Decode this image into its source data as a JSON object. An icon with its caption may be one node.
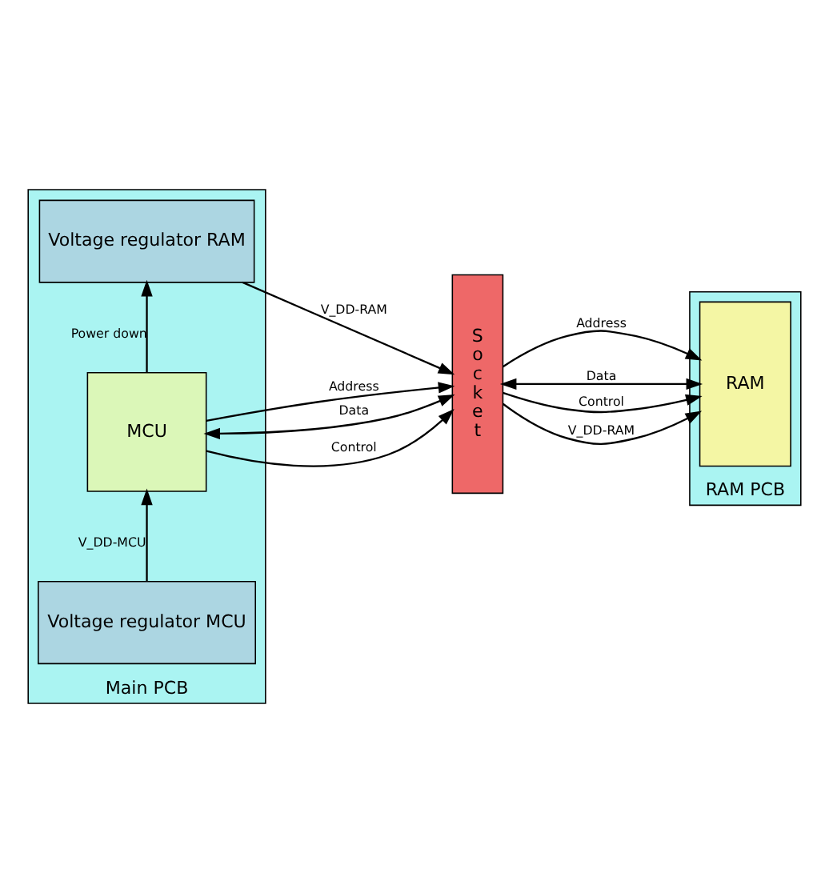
{
  "diagram": {
    "nodes": [
      {
        "text": [
          "Main PCB"
        ]
      },
      {
        "text": [
          "Voltage regulator MCU"
        ],
        "in": 0
      },
      {
        "text": [
          "MCU"
        ],
        "in": 0
      },
      {
        "text": [
          "Voltage regulator RAM"
        ],
        "in": 0
      },
      {
        "text": [
          "Socket"
        ]
      },
      {
        "text": [
          "RAM PCB"
        ]
      },
      {
        "text": [
          "RAM"
        ],
        "in": 5
      }
    ],
    "edges": [
      {
        "from": 1,
        "to": 2,
        "arrow": "to",
        "label": "V_DD-MCU"
      },
      {
        "from": 2,
        "to": 4,
        "arrow": "to",
        "label": "Address"
      },
      {
        "from": 2,
        "to": 4,
        "arrow": "both",
        "label": "Data"
      },
      {
        "from": 2,
        "to": 4,
        "arrow": "to",
        "label": "Control"
      },
      {
        "from": 2,
        "to": 3,
        "arrow": "to",
        "label": "Power down"
      },
      {
        "from": 3,
        "to": 4,
        "arrow": "to",
        "label": "V_DD-RAM"
      },
      {
        "from": 4,
        "to": 6,
        "arrow": "to",
        "label": "Address"
      },
      {
        "from": 4,
        "to": 6,
        "arrow": "both",
        "label": "Data"
      },
      {
        "from": 4,
        "to": 6,
        "arrow": "to",
        "label": "Control"
      },
      {
        "from": 4,
        "to": 6,
        "arrow": "to",
        "label": "V_DD-RAM"
      }
    ]
  }
}
